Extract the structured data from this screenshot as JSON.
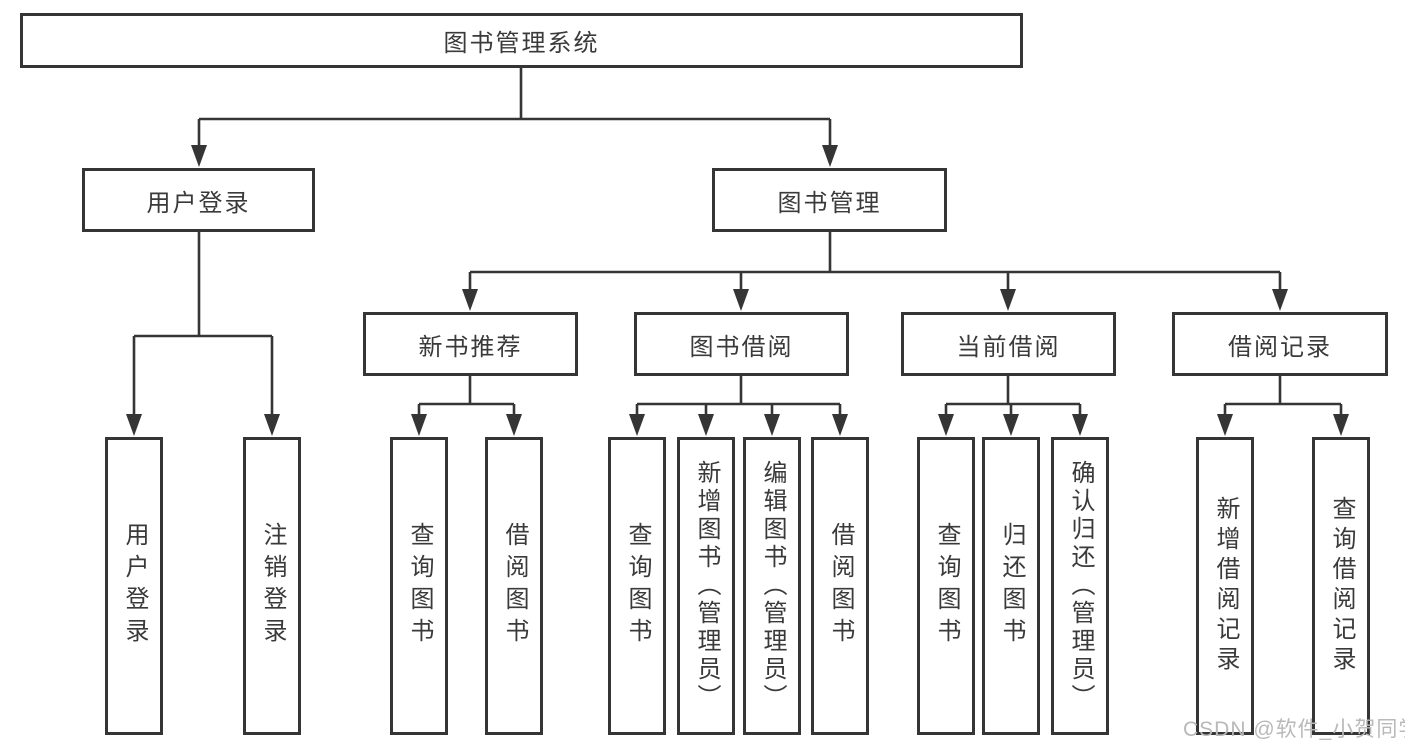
{
  "tree": {
    "root": "图书管理系统",
    "user_login": {
      "label": "用户登录",
      "children": {
        "login": "用户登录",
        "logout": "注销登录"
      }
    },
    "book_mgmt": {
      "label": "图书管理",
      "children": {
        "new_book_rec": {
          "label": "新书推荐",
          "children": {
            "query": "查询图书",
            "borrow": "借阅图书"
          }
        },
        "book_borrow": {
          "label": "图书借阅",
          "children": {
            "query": "查询图书",
            "add": "新增图书（管理员）",
            "edit": "编辑图书（管理员）",
            "borrow": "借阅图书"
          }
        },
        "current_borrow": {
          "label": "当前借阅",
          "children": {
            "query": "查询图书",
            "return": "归还图书",
            "confirm": "确认归还（管理员）"
          }
        },
        "borrow_record": {
          "label": "借阅记录",
          "children": {
            "add": "新增借阅记录",
            "query": "查询借阅记录"
          }
        }
      }
    }
  },
  "watermark": "CSDN @软件_小贺同学",
  "colors": {
    "line": "#353535",
    "text": "#3a3a3a",
    "watermark": "#b9b9b9",
    "background": "#ffffff"
  }
}
